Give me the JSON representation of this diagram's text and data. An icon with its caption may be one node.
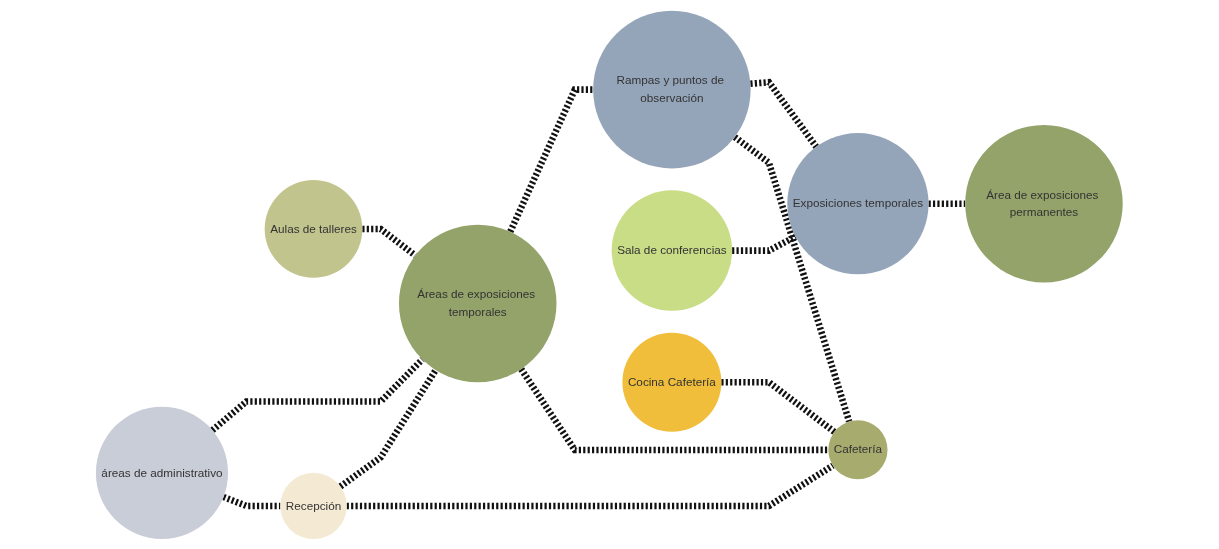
{
  "diagram": {
    "nodes": [
      {
        "text": [
          "Aulas de talleres"
        ]
      },
      {
        "text": [
          "áreas de administrativo"
        ]
      },
      {
        "text": [
          "Áreas de exposiciones temporales"
        ]
      },
      {
        "text": [
          "Recepción"
        ]
      },
      {
        "text": [
          "Rampas y puntos de observación"
        ]
      },
      {
        "text": [
          "Sala de conferencias"
        ]
      },
      {
        "text": [
          "Exposiciones temporales"
        ]
      },
      {
        "text": [
          "Área de exposiciones permanentes"
        ]
      },
      {
        "text": [
          "Cocina Cafetería"
        ]
      },
      {
        "text": [
          "Cafetería"
        ]
      }
    ],
    "edges": [
      {
        "from": 0,
        "to": 2,
        "arrow": "none"
      },
      {
        "from": 1,
        "to": 2,
        "arrow": "none"
      },
      {
        "from": 1,
        "to": 3,
        "arrow": "none"
      },
      {
        "from": 3,
        "to": 2,
        "arrow": "none"
      },
      {
        "from": 2,
        "to": 4,
        "arrow": "none"
      },
      {
        "from": 4,
        "to": 6,
        "arrow": "none"
      },
      {
        "from": 5,
        "to": 6,
        "arrow": "none"
      },
      {
        "from": 6,
        "to": 7,
        "arrow": "none"
      },
      {
        "from": 3,
        "to": 9,
        "arrow": "none"
      },
      {
        "from": 2,
        "to": 9,
        "arrow": "none"
      },
      {
        "from": 4,
        "to": 9,
        "arrow": "none"
      },
      {
        "from": 8,
        "to": 9,
        "arrow": "none"
      }
    ]
  }
}
